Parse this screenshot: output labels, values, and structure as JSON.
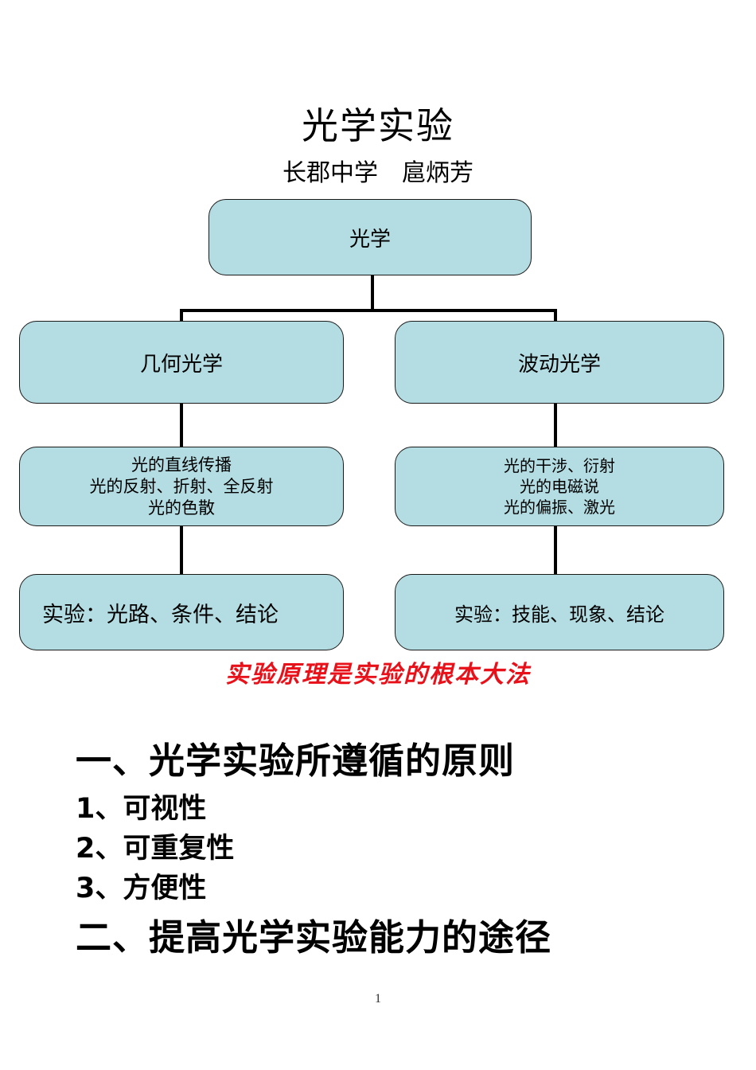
{
  "document": {
    "title": "光学实验",
    "subtitle": "长郡中学　扈炳芳",
    "page_number": "1"
  },
  "colors": {
    "node_fill": "#b3dde2",
    "node_border": "#1a1a1a",
    "connector": "#000000",
    "motto_red": "#e8111a",
    "page_background": "#ffffff"
  },
  "flowchart": {
    "root": {
      "label": "光学"
    },
    "branches": [
      {
        "title": "几何光学",
        "topics": [
          "光的直线传播",
          "光的反射、折射、全反射",
          "光的色散"
        ],
        "experiment": "实验：光路、条件、结论"
      },
      {
        "title": "波动光学",
        "topics": [
          "光的干涉、衍射",
          "光的电磁说",
          "光的偏振、激光"
        ],
        "experiment": "实验：技能、现象、结论"
      }
    ]
  },
  "motto": "实验原理是实验的根本大法",
  "outline": {
    "section_one": {
      "heading": "一、光学实验所遵循的原则",
      "items": [
        "1、可视性",
        "2、可重复性",
        "3、方便性"
      ]
    },
    "section_two": {
      "heading": "二、提高光学实验能力的途径"
    }
  }
}
